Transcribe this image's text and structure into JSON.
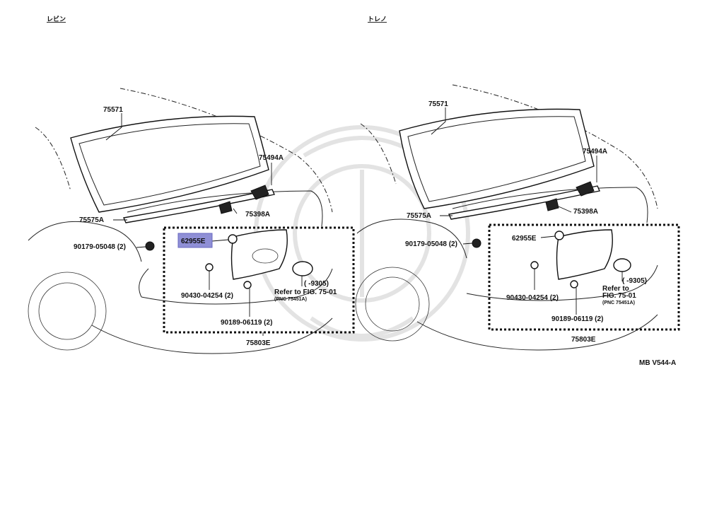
{
  "headers": {
    "left": "レビン",
    "right": "トレノ"
  },
  "left": {
    "labels": {
      "p75571": "75571",
      "p75494A": "75494A",
      "p75575A": "75575A",
      "p75398A": "75398A",
      "p62955E": "62955E",
      "p90179": "90179-05048 (2)",
      "p90430": "90430-04254 (2)",
      "p90189": "90189-06119 (2)",
      "p75803E": "75803E",
      "refer1": "Refer to FIG. 75-01",
      "refer2": "(PNC 75451A)",
      "range": "(    -9305)"
    }
  },
  "right": {
    "labels": {
      "p75571": "75571",
      "p75494A": "75494A",
      "p75575A": "75575A",
      "p75398A": "75398A",
      "p62955E": "62955E",
      "p90179": "90179-05048 (2)",
      "p90430": "90430-04254 (2)",
      "p90189": "90189-06119 (2)",
      "p75803E": "75803E",
      "refer1": "Refer to",
      "refer2": "FIG. 75-01",
      "refer3": "(PNC 75451A)",
      "range": "(    -9305)"
    }
  },
  "figure_code": "MB V544-A",
  "highlight": {
    "color": "#8f8fd6",
    "part": "62955E"
  }
}
